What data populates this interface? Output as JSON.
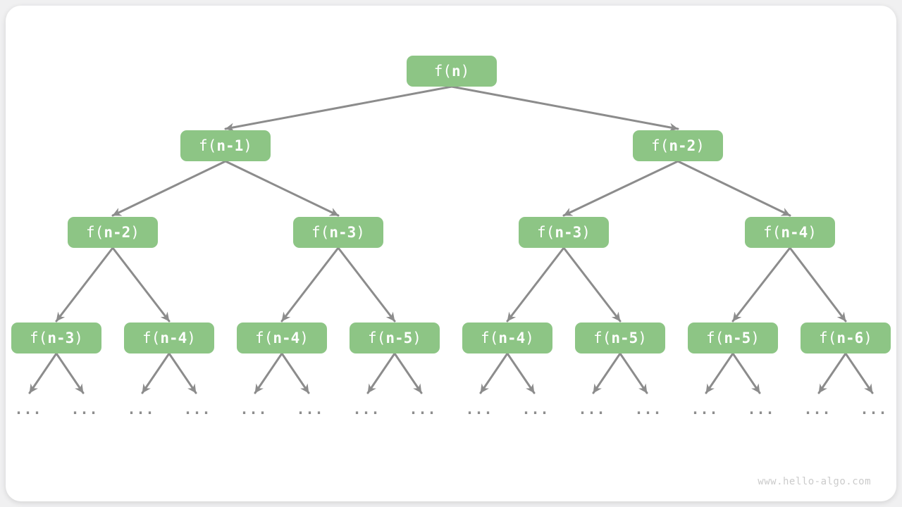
{
  "diagram": {
    "watermark": "www.hello-algo.com",
    "colors": {
      "node_green": "#8DC585",
      "node_text": "#FFFFFF",
      "arrow_gray": "#8C8C8C",
      "dots_gray": "#8E8E8E",
      "watermark_gray": "#CBCBCB",
      "page_bg": "#F0F0F1",
      "card_bg": "#FFFFFF"
    },
    "levels": [
      {
        "nodes": [
          {
            "prefix": "f(",
            "arg": "n",
            "suffix": ")"
          }
        ]
      },
      {
        "nodes": [
          {
            "prefix": "f(",
            "arg": "n-1",
            "suffix": ")"
          },
          {
            "prefix": "f(",
            "arg": "n-2",
            "suffix": ")"
          }
        ]
      },
      {
        "nodes": [
          {
            "prefix": "f(",
            "arg": "n-2",
            "suffix": ")"
          },
          {
            "prefix": "f(",
            "arg": "n-3",
            "suffix": ")"
          },
          {
            "prefix": "f(",
            "arg": "n-3",
            "suffix": ")"
          },
          {
            "prefix": "f(",
            "arg": "n-4",
            "suffix": ")"
          }
        ]
      },
      {
        "nodes": [
          {
            "prefix": "f(",
            "arg": "n-3",
            "suffix": ")"
          },
          {
            "prefix": "f(",
            "arg": "n-4",
            "suffix": ")"
          },
          {
            "prefix": "f(",
            "arg": "n-4",
            "suffix": ")"
          },
          {
            "prefix": "f(",
            "arg": "n-5",
            "suffix": ")"
          },
          {
            "prefix": "f(",
            "arg": "n-4",
            "suffix": ")"
          },
          {
            "prefix": "f(",
            "arg": "n-5",
            "suffix": ")"
          },
          {
            "prefix": "f(",
            "arg": "n-5",
            "suffix": ")"
          },
          {
            "prefix": "f(",
            "arg": "n-6",
            "suffix": ")"
          }
        ]
      }
    ],
    "leaves": [
      "...",
      "...",
      "...",
      "...",
      "...",
      "...",
      "...",
      "...",
      "...",
      "...",
      "...",
      "...",
      "...",
      "...",
      "...",
      "..."
    ]
  }
}
